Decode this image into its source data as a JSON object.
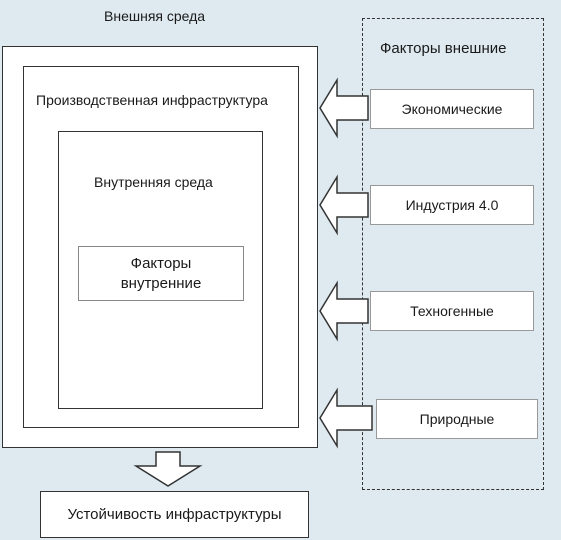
{
  "outer_env_label": "Внешняя среда",
  "production_infra_label": "Производственная инфраструктура",
  "inner_env_label": "Внутренняя среда",
  "internal_factors_label": "Факторы внутренние",
  "external_factors_title": "Факторы внешние",
  "external_factors": [
    "Экономические",
    "Индустрия 4.0",
    "Техногенные",
    "Природные"
  ],
  "result_label": "Устойчивость инфраструктуры"
}
